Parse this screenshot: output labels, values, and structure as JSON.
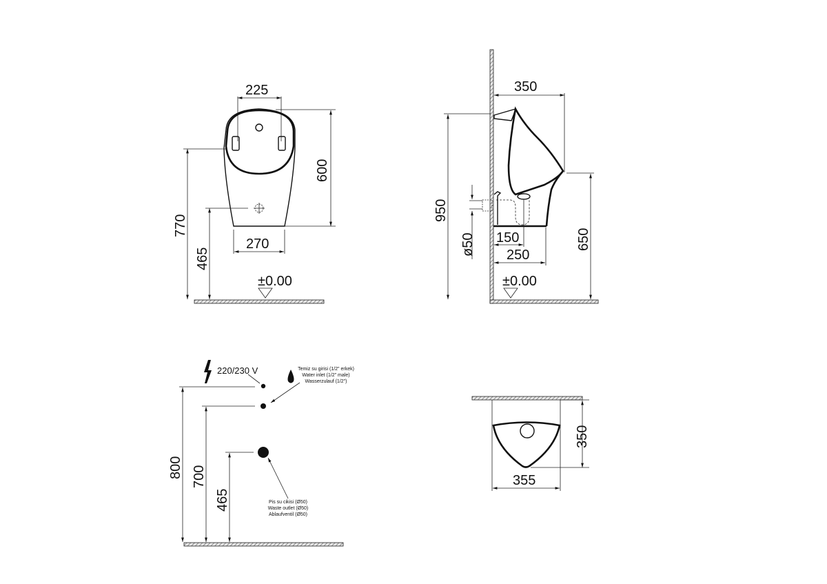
{
  "front_view": {
    "width_top_label": "225",
    "height_label": "600",
    "mount_height_label": "770",
    "outlet_height_label": "465",
    "width_bottom_label": "270",
    "floor_label": "±0.00"
  },
  "side_view": {
    "depth_label": "350",
    "total_height_label": "950",
    "rim_height_label": "650",
    "pipe_diameter_label": "ø50",
    "outlet_offset_label": "150",
    "base_depth_label": "250",
    "floor_label": "±0.00"
  },
  "connection_view": {
    "voltage_label": "220/230 V",
    "water_inlet_lines": [
      "Temiz su girisi (1/2\" erkek)",
      "Water inlet (1/2\" male)",
      "Wasserzulauf (1/2\")"
    ],
    "waste_outlet_lines": [
      "Pis su cikisi (Ø50)",
      "Waste outlet (Ø50)",
      "Ablaufventil (Ø50)"
    ],
    "power_height_label": "800",
    "water_height_label": "700",
    "waste_height_label": "465"
  },
  "top_view": {
    "depth_label": "350",
    "width_label": "355"
  },
  "colors": {
    "line": "#111111",
    "background": "#ffffff",
    "hatch": "#555555"
  }
}
